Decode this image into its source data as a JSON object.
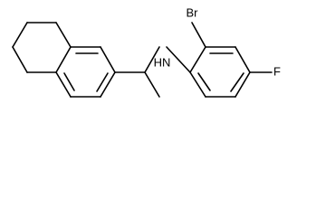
{
  "molecule": {
    "labels": {
      "bromine": "Br",
      "amine": "HN",
      "fluorine": "F"
    }
  }
}
